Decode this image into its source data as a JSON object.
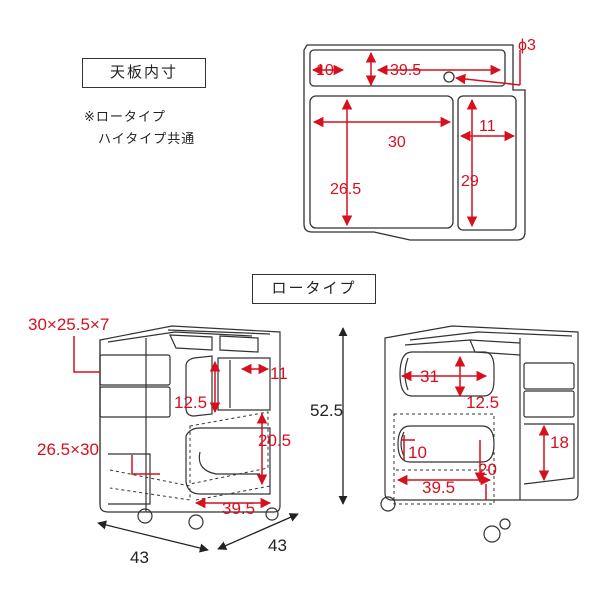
{
  "top_plate": {
    "title": "天板内寸",
    "note_line1": "※ロータイプ",
    "note_line2": "ハイタイプ共通",
    "dims": {
      "d1": "10",
      "d2": "39.5",
      "hole": "ϕ3",
      "d3": "30",
      "d4": "11",
      "d5": "26.5",
      "d6": "29"
    }
  },
  "low_type": {
    "title": "ロータイプ",
    "front": {
      "drawer": "30×25.5×7",
      "w11": "11",
      "h125": "12.5",
      "tray": "26.5×30",
      "h205": "20.5",
      "w395": "39.5",
      "width": "43",
      "depth": "43"
    },
    "height": "52.5",
    "back": {
      "w31": "31",
      "h125": "12.5",
      "h18": "18",
      "w10": "10",
      "h20": "20",
      "w395": "39.5"
    }
  },
  "colors": {
    "line": "#333333",
    "accent": "#d6101e",
    "text": "#222222"
  }
}
